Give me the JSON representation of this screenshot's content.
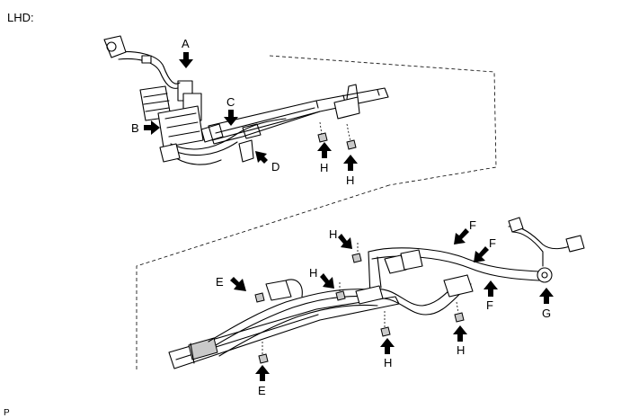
{
  "header": {
    "title": "LHD:"
  },
  "footer": {
    "code": "P"
  },
  "callouts": [
    {
      "id": "A",
      "label": "A"
    },
    {
      "id": "B",
      "label": "B"
    },
    {
      "id": "C",
      "label": "C"
    },
    {
      "id": "D",
      "label": "D"
    },
    {
      "id": "H1",
      "label": "H"
    },
    {
      "id": "H2",
      "label": "H"
    },
    {
      "id": "F1",
      "label": "F"
    },
    {
      "id": "F2",
      "label": "F"
    },
    {
      "id": "F3",
      "label": "F"
    },
    {
      "id": "H3",
      "label": "H"
    },
    {
      "id": "H4",
      "label": "H"
    },
    {
      "id": "E1",
      "label": "E"
    },
    {
      "id": "G",
      "label": "G"
    },
    {
      "id": "H5",
      "label": "H"
    },
    {
      "id": "H6",
      "label": "H"
    },
    {
      "id": "E2",
      "label": "E"
    }
  ]
}
